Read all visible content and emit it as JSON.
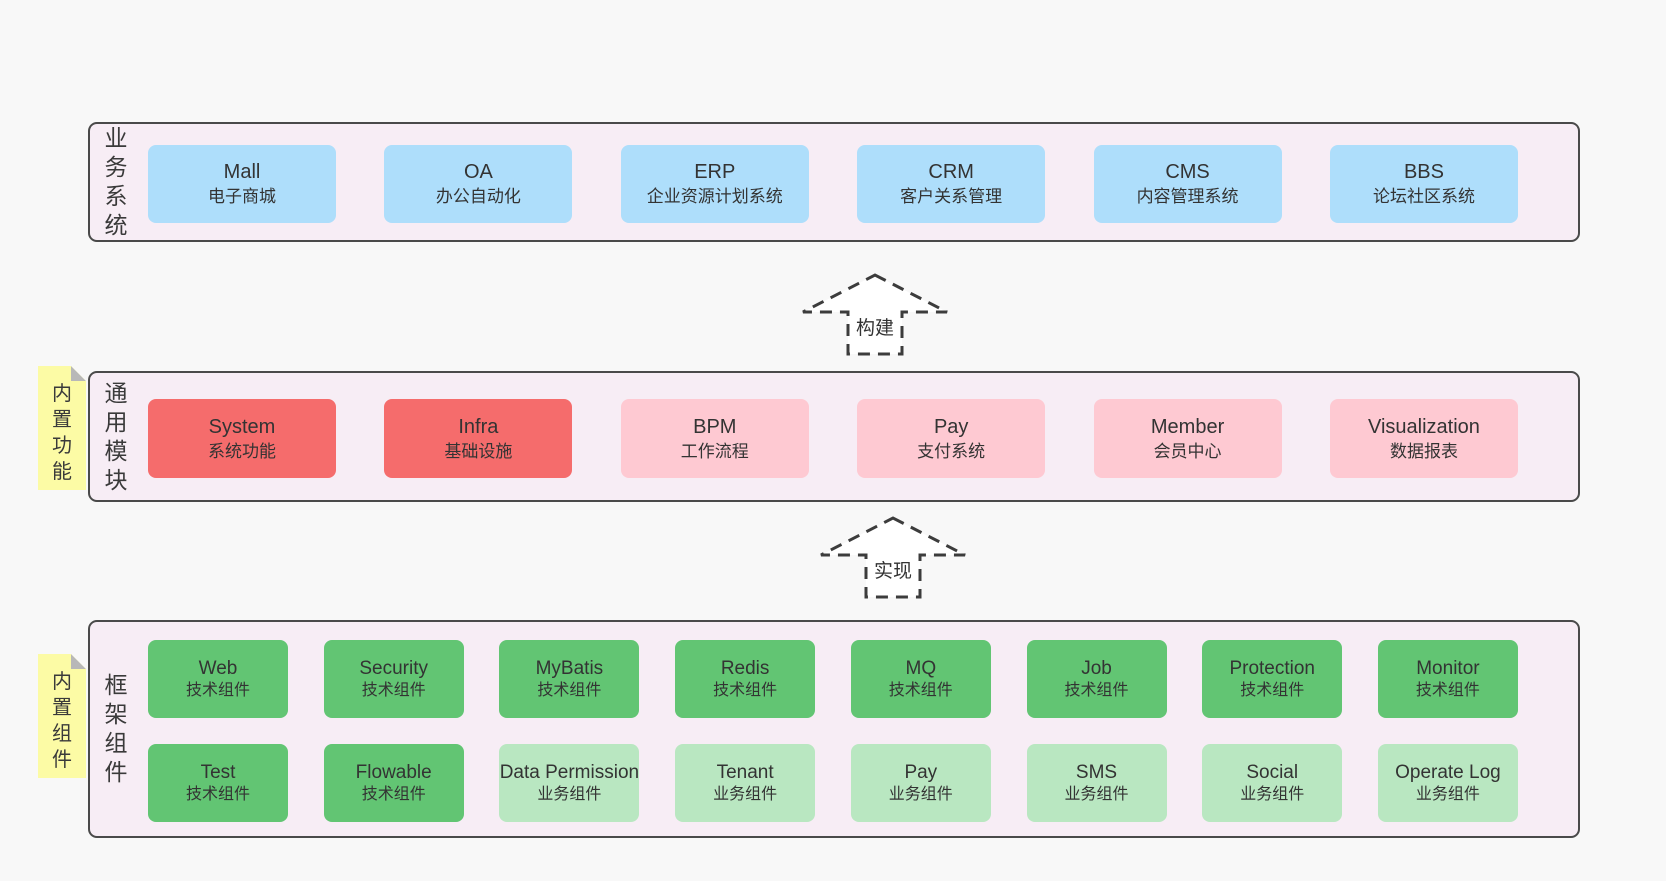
{
  "colors": {
    "page_bg": "#f8f8f8",
    "section_bg": "#f7edf5",
    "section_border": "#4a4a4a",
    "blue_box": "#aedefb",
    "red_box": "#f56c6c",
    "pink_box": "#fec9d2",
    "green_box": "#62c573",
    "light_green_box": "#b9e7c1",
    "sticky_bg": "#fcfba5",
    "sticky_fold": "#b8b8b8",
    "arrow_stroke": "#3c3c3c",
    "text": "#333333"
  },
  "sections": {
    "business": {
      "label": "业务系统",
      "boxes": [
        {
          "name": "Mall",
          "subtitle": "电子商城"
        },
        {
          "name": "OA",
          "subtitle": "办公自动化"
        },
        {
          "name": "ERP",
          "subtitle": "企业资源计划系统"
        },
        {
          "name": "CRM",
          "subtitle": "客户关系管理"
        },
        {
          "name": "CMS",
          "subtitle": "内容管理系统"
        },
        {
          "name": "BBS",
          "subtitle": "论坛社区系统"
        }
      ]
    },
    "modules": {
      "label": "通用模块",
      "sticky": "内置功能",
      "boxes": [
        {
          "name": "System",
          "subtitle": "系统功能"
        },
        {
          "name": "Infra",
          "subtitle": "基础设施"
        },
        {
          "name": "BPM",
          "subtitle": "工作流程"
        },
        {
          "name": "Pay",
          "subtitle": "支付系统"
        },
        {
          "name": "Member",
          "subtitle": "会员中心"
        },
        {
          "name": "Visualization",
          "subtitle": "数据报表"
        }
      ]
    },
    "components": {
      "label": "框架组件",
      "sticky": "内置组件",
      "row1": [
        {
          "name": "Web",
          "subtitle": "技术组件"
        },
        {
          "name": "Security",
          "subtitle": "技术组件"
        },
        {
          "name": "MyBatis",
          "subtitle": "技术组件"
        },
        {
          "name": "Redis",
          "subtitle": "技术组件"
        },
        {
          "name": "MQ",
          "subtitle": "技术组件"
        },
        {
          "name": "Job",
          "subtitle": "技术组件"
        },
        {
          "name": "Protection",
          "subtitle": "技术组件"
        },
        {
          "name": "Monitor",
          "subtitle": "技术组件"
        }
      ],
      "row2": [
        {
          "name": "Test",
          "subtitle": "技术组件"
        },
        {
          "name": "Flowable",
          "subtitle": "技术组件"
        },
        {
          "name": "Data Permission",
          "subtitle": "业务组件"
        },
        {
          "name": "Tenant",
          "subtitle": "业务组件"
        },
        {
          "name": "Pay",
          "subtitle": "业务组件"
        },
        {
          "name": "SMS",
          "subtitle": "业务组件"
        },
        {
          "name": "Social",
          "subtitle": "业务组件"
        },
        {
          "name": "Operate Log",
          "subtitle": "业务组件"
        }
      ]
    }
  },
  "arrows": {
    "build": "构建",
    "implement": "实现"
  }
}
